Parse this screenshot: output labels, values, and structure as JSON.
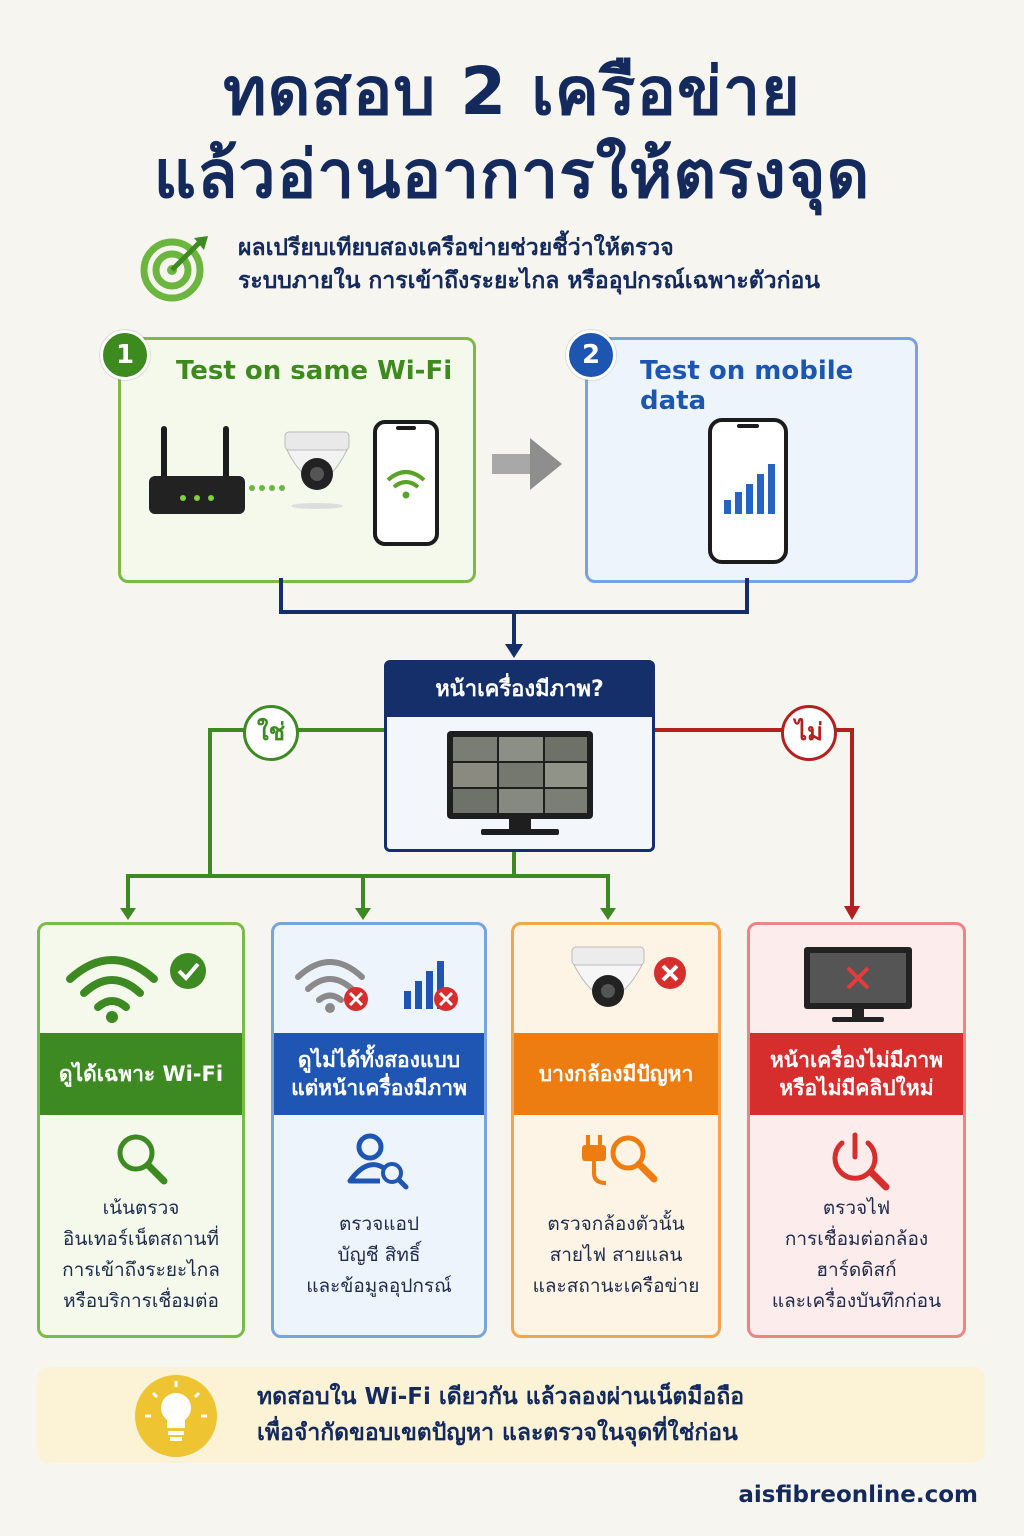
{
  "title": {
    "line1": "ทดสอบ 2 เครือข่าย",
    "line2": "แล้วอ่านอาการให้ตรงจุด"
  },
  "subtitle": {
    "line1": "ผลเปรียบเทียบสองเครือข่ายช่วยชี้ว่าให้ตรวจ",
    "line2": "ระบบภายใน การเข้าถึงระยะไกล หรืออุปกรณ์เฉพาะตัวก่อน"
  },
  "tests": [
    {
      "number": "1",
      "label": "Test on same Wi-Fi",
      "color": "#3d8a1f"
    },
    {
      "number": "2",
      "label": "Test on mobile data",
      "color": "#1d56b0"
    }
  ],
  "decision": {
    "question": "หน้าเครื่องมีภาพ?",
    "yes": "ใช่",
    "no": "ไม่"
  },
  "outcomes": [
    {
      "id": "wifi-only",
      "title": "ดูได้เฉพาะ Wi-Fi",
      "body": [
        "เน้นตรวจ",
        "อินเทอร์เน็ตสถานที่",
        "การเข้าถึงระยะไกล",
        "หรือบริการเชื่อมต่อ"
      ],
      "color": "#3e8a22"
    },
    {
      "id": "both-fail",
      "title": "ดูไม่ได้ทั้งสองแบบ\nแต่หน้าเครื่องมีภาพ",
      "body": [
        "ตรวจแอป",
        "บัญชี สิทธิ์",
        "และข้อมูลอุปกรณ์"
      ],
      "color": "#1f56b3"
    },
    {
      "id": "some-camera",
      "title": "บางกล้องมีปัญหา",
      "body": [
        "ตรวจกล้องตัวนั้น",
        "สายไฟ สายแลน",
        "และสถานะเครือข่าย"
      ],
      "color": "#ee7d11"
    },
    {
      "id": "no-image",
      "title": "หน้าเครื่องไม่มีภาพ\nหรือไม่มีคลิปใหม่",
      "body": [
        "ตรวจไฟ",
        "การเชื่อมต่อกล้อง",
        "ฮาร์ดดิสก์",
        "และเครื่องบันทึกก่อน"
      ],
      "color": "#d62d2d"
    }
  ],
  "tip": {
    "line1": "ทดสอบใน Wi-Fi เดียวกัน แล้วลองผ่านเน็ตมือถือ",
    "line2": "เพื่อจำกัดขอบเขตปัญหา และตรวจในจุดที่ใช่ก่อน"
  },
  "footer": "aisfibreonline.com",
  "colors": {
    "navy": "#142a5c",
    "green": "#3e8a22",
    "blue": "#1f56b3",
    "orange": "#ee7d11",
    "red": "#d62d2d"
  }
}
